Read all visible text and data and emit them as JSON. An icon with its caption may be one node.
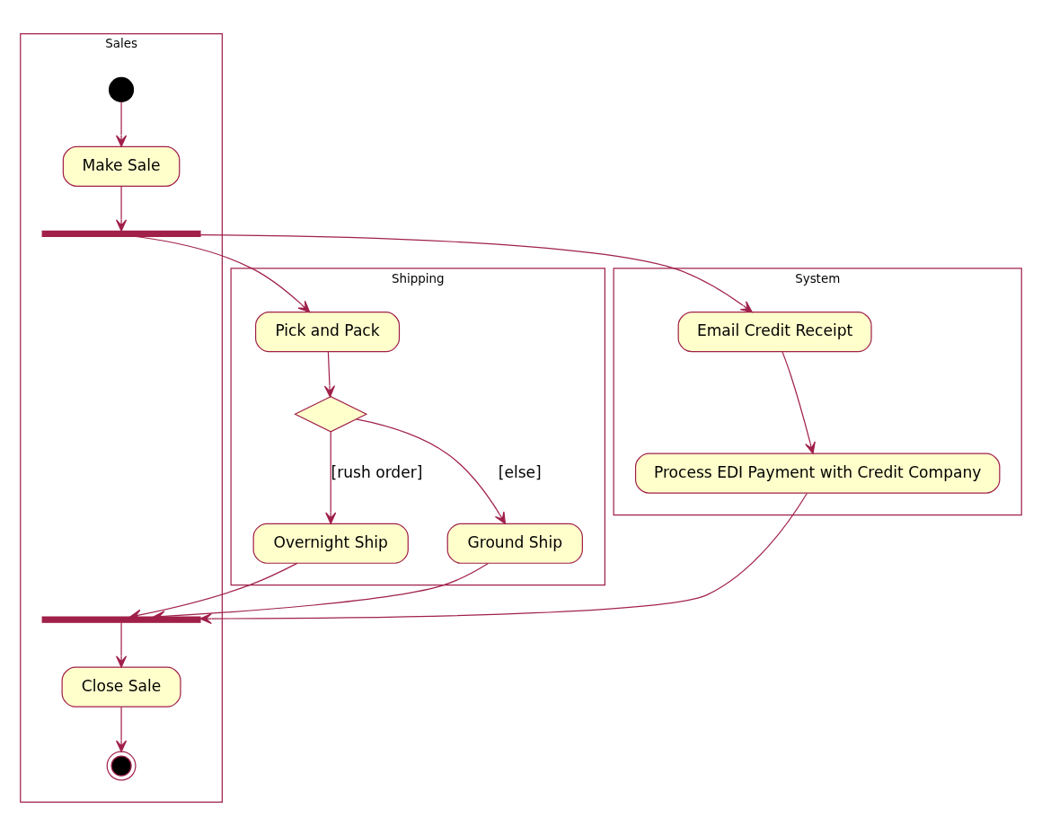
{
  "diagram": {
    "nodes": [
      {
        "text": [
          "Shipping"
        ]
      },
      {
        "text": [
          "Sales"
        ]
      },
      {
        "text": [
          "System"
        ]
      },
      {
        "text": [],
        "shape": "circle",
        "in": 1
      },
      {
        "text": [
          "Make Sale"
        ],
        "in": 1
      },
      {
        "text": [],
        "shape": "bar",
        "in": 1
      },
      {
        "text": [
          "Pick and Pack"
        ],
        "in": 0
      },
      {
        "text": [
          "Email Credit Receipt"
        ],
        "in": 2
      },
      {
        "text": [],
        "shape": "diamond",
        "in": 0
      },
      {
        "text": [
          "Overnight Ship"
        ],
        "in": 0
      },
      {
        "text": [
          "Ground Ship"
        ],
        "in": 0
      },
      {
        "text": [
          "Process EDI Payment with Credit Company"
        ],
        "in": 2
      },
      {
        "text": [],
        "shape": "bar",
        "in": 1
      },
      {
        "text": [
          "Close Sale"
        ],
        "in": 1
      },
      {
        "text": [],
        "shape": "circle",
        "in": 1
      }
    ],
    "edges": [
      {
        "from": 3,
        "to": 4,
        "arrow": "to"
      },
      {
        "from": 4,
        "to": 5,
        "arrow": "to"
      },
      {
        "from": 5,
        "to": 6,
        "arrow": "to"
      },
      {
        "from": 5,
        "to": 7,
        "arrow": "to"
      },
      {
        "from": 6,
        "to": 8,
        "arrow": "to"
      },
      {
        "from": 8,
        "to": 9,
        "arrow": "to",
        "label": "[rush order]"
      },
      {
        "from": 8,
        "to": 10,
        "arrow": "to",
        "label": "[else]"
      },
      {
        "from": 7,
        "to": 11,
        "arrow": "to"
      },
      {
        "from": 9,
        "to": 12,
        "arrow": "to"
      },
      {
        "from": 10,
        "to": 12,
        "arrow": "to"
      },
      {
        "from": 11,
        "to": 12,
        "arrow": "to"
      },
      {
        "from": 12,
        "to": 13,
        "arrow": "to"
      },
      {
        "from": 13,
        "to": 14,
        "arrow": "to"
      }
    ]
  }
}
